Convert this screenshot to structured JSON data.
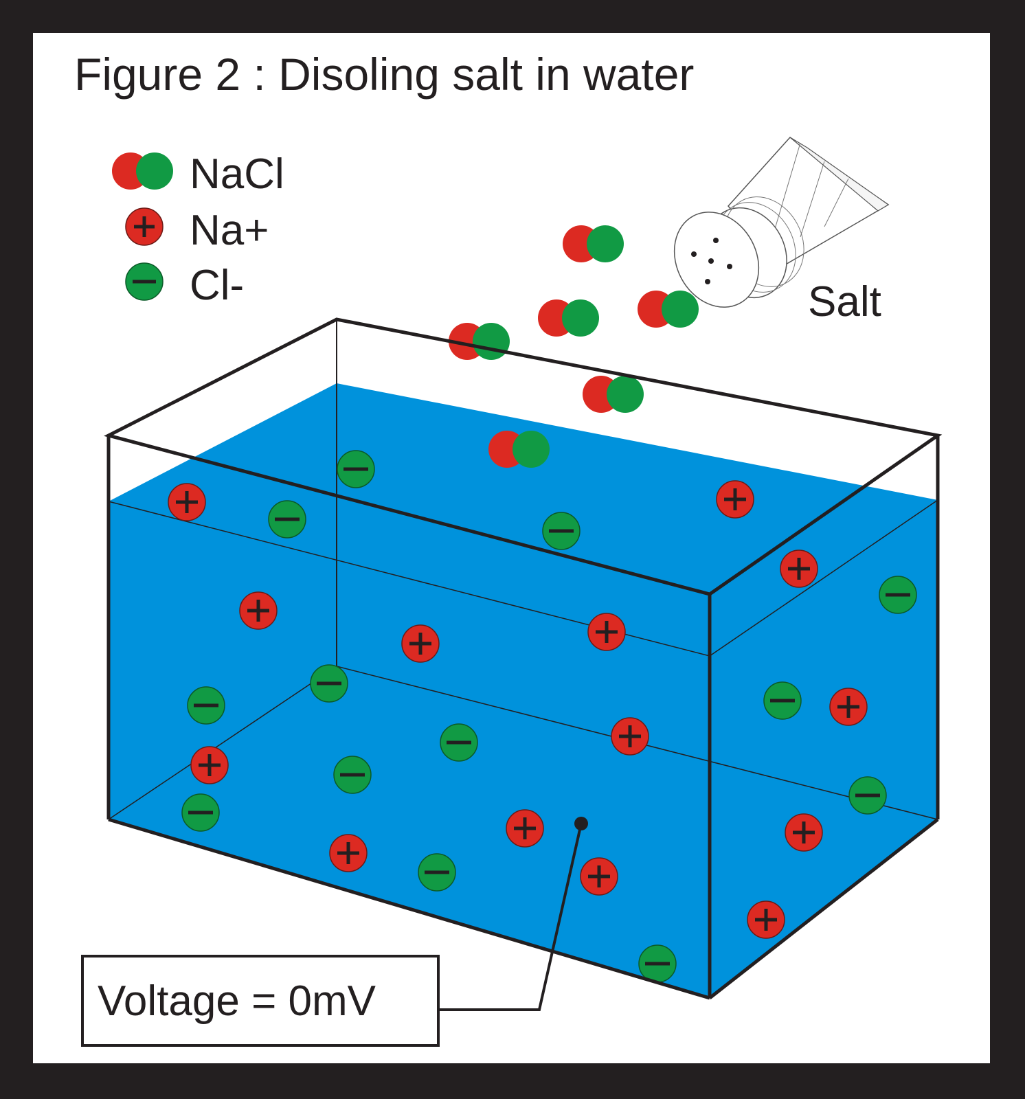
{
  "title": "Figure 2 : Disoling salt in water",
  "legend": {
    "nacl_label": "NaCl",
    "na_label": "Na+",
    "cl_label": "Cl-"
  },
  "shaker_label": "Salt",
  "voltage_label": "Voltage = 0mV",
  "colors": {
    "frame": "#231f20",
    "water": "#0092dc",
    "sodium": "#dc2a22",
    "chloride": "#119a44",
    "outline": "#231f20"
  },
  "icons": [
    "salt-shaker-icon",
    "nacl-molecule-icon",
    "sodium-ion-icon",
    "chloride-ion-icon",
    "probe-icon"
  ]
}
